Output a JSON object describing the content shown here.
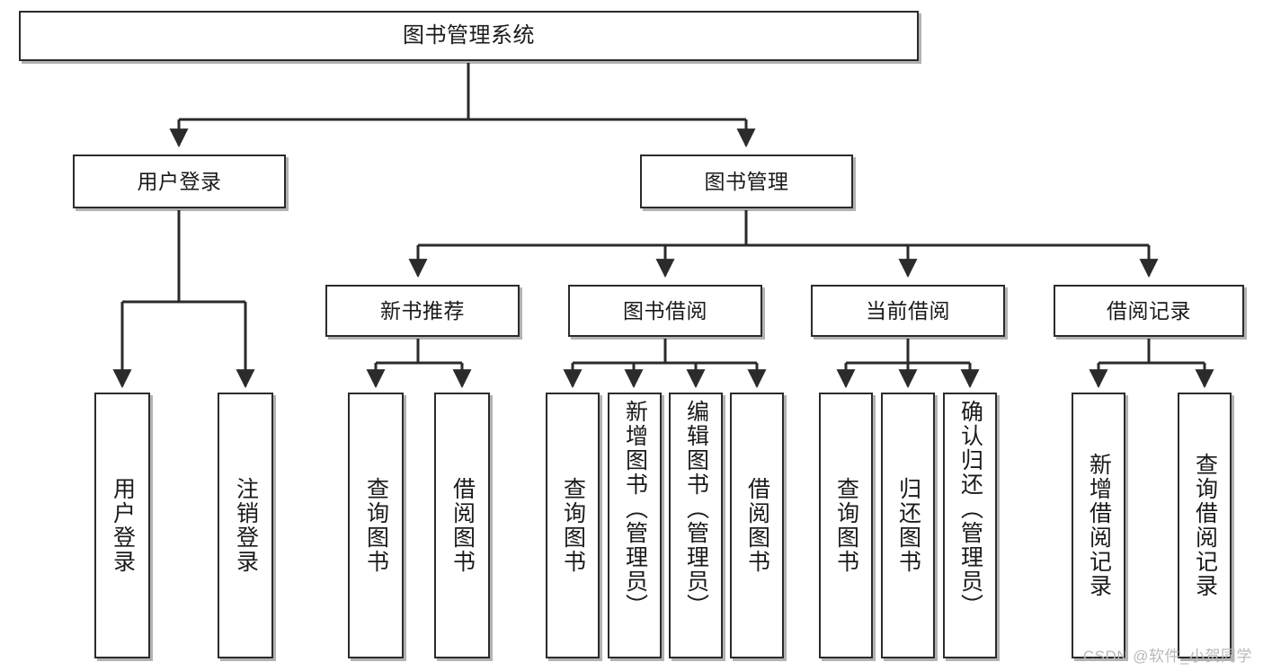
{
  "diagram": {
    "title": "图书管理系统",
    "type": "tree-hierarchy-diagram",
    "style": {
      "box_border": "#2b2b2b",
      "box_fill": "#ffffff",
      "line_color": "#2b2b2b",
      "background": "#ffffff",
      "watermark_color": "#b9b9b9"
    },
    "root": {
      "label": "图书管理系统"
    },
    "level2": [
      {
        "label": "用户登录"
      },
      {
        "label": "图书管理"
      }
    ],
    "level3": [
      {
        "label": "新书推荐"
      },
      {
        "label": "图书借阅"
      },
      {
        "label": "当前借阅"
      },
      {
        "label": "借阅记录"
      }
    ],
    "leaves": {
      "user_login": [
        {
          "label": "用户登录"
        },
        {
          "label": "注销登录"
        }
      ],
      "new_book_recommend": [
        {
          "label": "查询图书"
        },
        {
          "label": "借阅图书"
        }
      ],
      "book_borrow": [
        {
          "label": "查询图书"
        },
        {
          "label": "新增图书（管理员）"
        },
        {
          "label": "编辑图书（管理员）"
        },
        {
          "label": "借阅图书"
        }
      ],
      "current_borrow": [
        {
          "label": "查询图书"
        },
        {
          "label": "归还图书"
        },
        {
          "label": "确认归还（管理员）"
        }
      ],
      "borrow_record": [
        {
          "label": "新增借阅记录"
        },
        {
          "label": "查询借阅记录"
        }
      ]
    }
  },
  "watermark": {
    "text": "CSDN @软件_小贺同学"
  }
}
